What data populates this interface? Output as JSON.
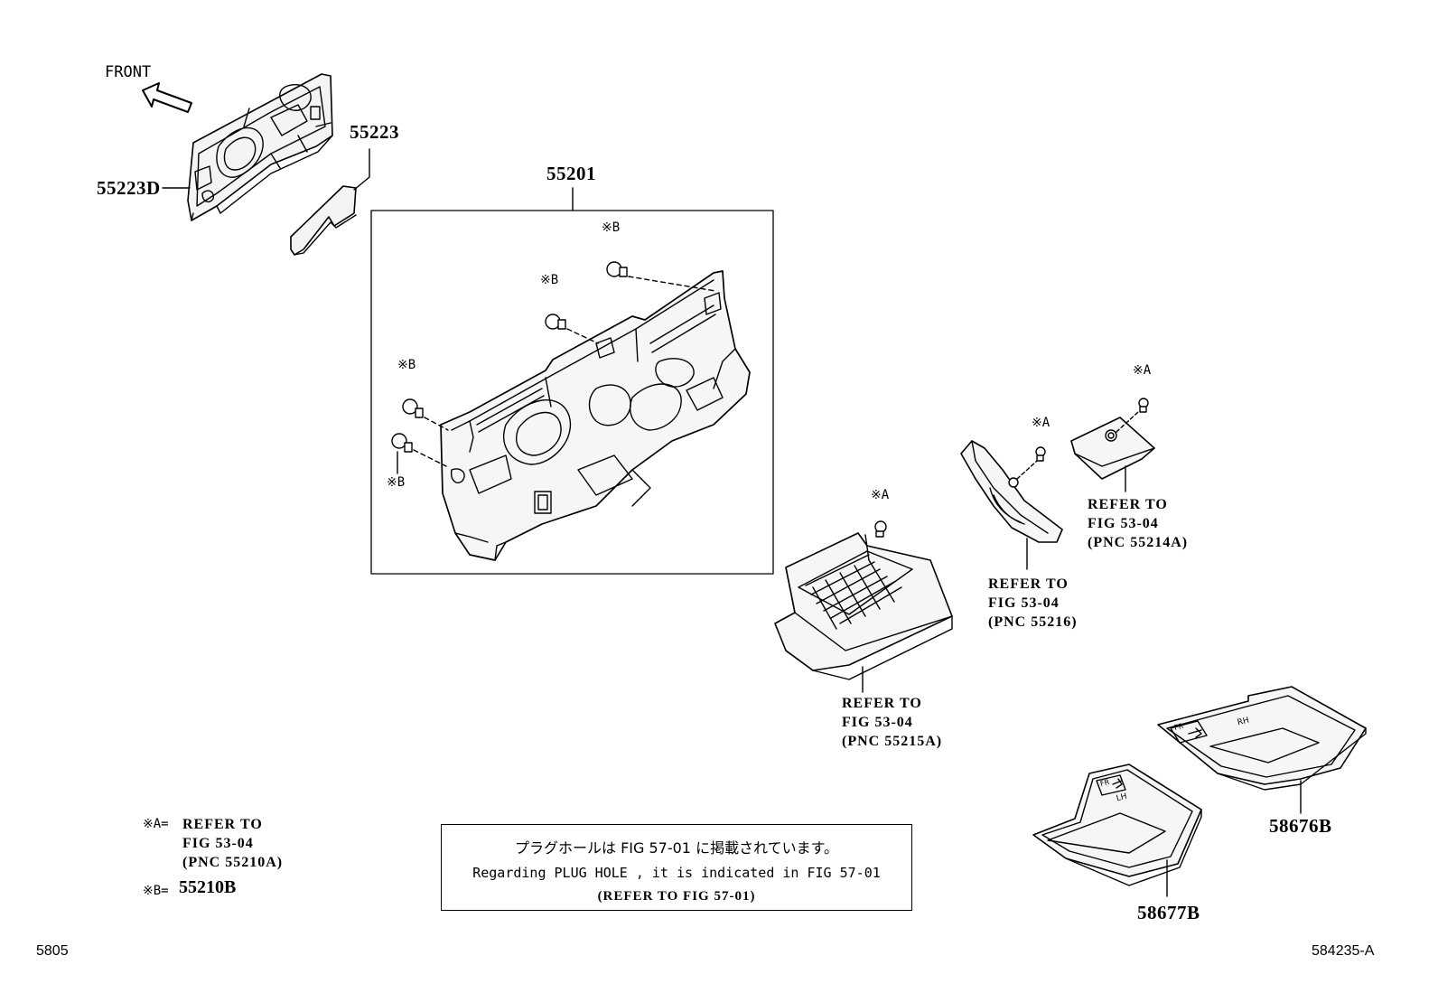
{
  "front_label": "FRONT",
  "part_numbers": {
    "p55223d": "55223D",
    "p55223": "55223",
    "p55201": "55201",
    "p58676b": "58676B",
    "p58677b": "58677B"
  },
  "markers": {
    "mark_b": "※B",
    "mark_a": "※A"
  },
  "refer_55215a": {
    "line1": "REFER TO",
    "line2": "FIG 53-04",
    "line3": "(PNC 55215A)"
  },
  "refer_55216": {
    "line1": "REFER TO",
    "line2": "FIG 53-04",
    "line3": "(PNC 55216)"
  },
  "refer_55214a": {
    "line1": "REFER TO",
    "line2": "FIG 53-04",
    "line3": "(PNC 55214A)"
  },
  "legend": {
    "a_prefix": "※A=",
    "a_line1": "REFER TO",
    "a_line2": "FIG 53-04",
    "a_line3": "(PNC 55210A)",
    "b_prefix": "※B=",
    "b_value": "55210B"
  },
  "note": {
    "japanese": "プラグホールは FIG 57-01 に掲載されています。",
    "english": "Regarding PLUG HOLE , it is indicated in FIG 57-01",
    "refer": "(REFER TO FIG 57-01)"
  },
  "mat_labels": {
    "rh": "RH",
    "lh": "LH",
    "fr": "FR"
  },
  "footer": {
    "left": "5805",
    "right": "584235-A"
  }
}
